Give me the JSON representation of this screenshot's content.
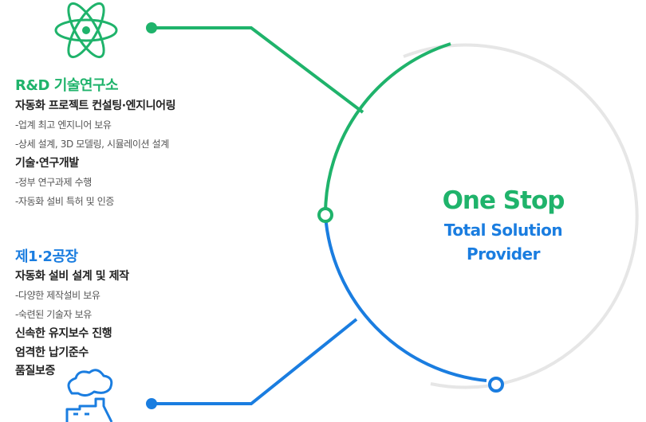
{
  "center": {
    "title": "One Stop",
    "line1": "Total Solution",
    "line2": "Provider"
  },
  "rnd": {
    "heading": "R&D 기술연구소",
    "groups": [
      {
        "title": "자동화 프로젝트 컨설팅·엔지니어링",
        "items": [
          "-업계 최고 엔지니어 보유",
          "-상세 설계, 3D 모델링, 시뮬레이션 설계"
        ]
      },
      {
        "title": "기술·연구개발",
        "items": [
          "-정부 연구과제 수행",
          "-자동화 설비 특허 및 인증"
        ]
      }
    ]
  },
  "factory": {
    "heading": "제1·2공장",
    "groups": [
      {
        "title": "자동화 설비 설계 및 제작",
        "items": [
          "-다양한 제작설비 보유",
          "-숙련된 기술자 보유"
        ]
      },
      {
        "title": "신속한 유지보수 진행",
        "items": []
      },
      {
        "title": "엄격한 납기준수",
        "items": []
      },
      {
        "title": "품질보증",
        "items": []
      }
    ]
  },
  "colors": {
    "green": "#1fb36b",
    "blue": "#1a7de0",
    "grey": "#e6e6e6"
  },
  "icons": {
    "rnd": "atom-icon",
    "factory": "factory-icon"
  }
}
